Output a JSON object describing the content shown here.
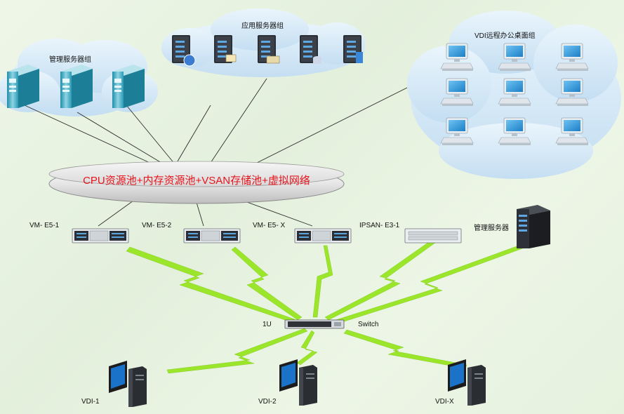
{
  "groups": {
    "mgmt_group": "管理服务器组",
    "app_group": "应用服务器组",
    "vdi_group": "VDI远程办公桌面组"
  },
  "resource_pool": "CPU资源池+内存资源池+VSAN存储池+虚拟网络",
  "hosts": [
    "VM- E5-1",
    "VM- E5-2",
    "VM- E5- X",
    "IPSAN- E3-1"
  ],
  "mgmt_server": "管理服务器",
  "switch": {
    "left_label": "1U",
    "right_label": "Switch"
  },
  "clients": [
    "VDI-1",
    "VDI-2",
    "VDI-X"
  ],
  "colors": {
    "pool_text": "#e8141c",
    "link": "#9be62a",
    "cloud": "#cfe6f7"
  }
}
